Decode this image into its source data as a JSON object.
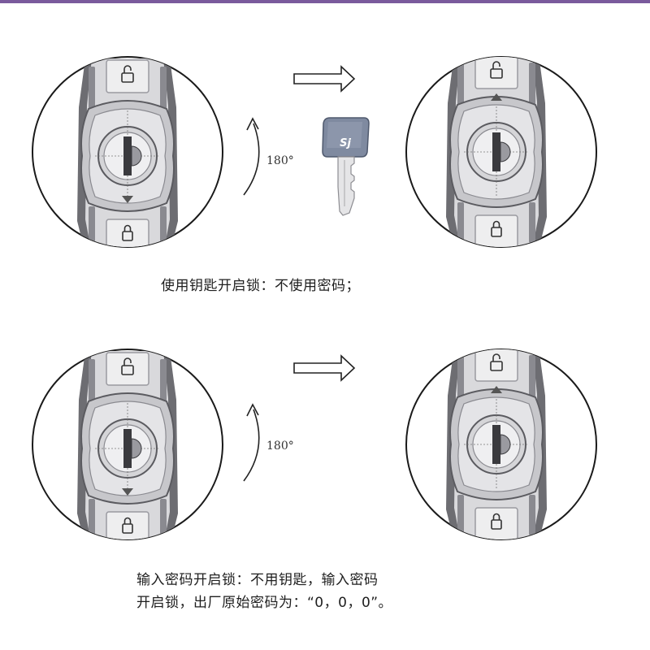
{
  "steps": [
    {
      "angle_label": "180°",
      "caption_lines": [
        "使用钥匙开启锁：不使用密码；"
      ],
      "key_logo": "Sj"
    },
    {
      "angle_label": "180°",
      "caption_lines": [
        "输入密码开启锁：不用钥匙，输入密码",
        "开启锁，出厂原始密码为：“0，0，0”。"
      ]
    }
  ],
  "colors": {
    "accent_rule": "#7a5a9c",
    "key_head": "#7f8aa0",
    "handle_dark": "#606066"
  },
  "icons": [
    "unlock-icon",
    "lock-icon",
    "arrow-right-icon",
    "rotate-arrow-icon",
    "key-icon"
  ]
}
